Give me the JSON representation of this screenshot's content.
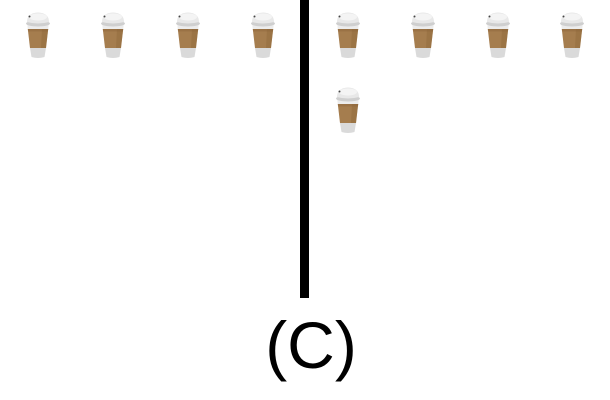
{
  "caption": "(C)",
  "icon": "coffee-cup-icon",
  "groups": [
    {
      "name": "left",
      "count": 4
    },
    {
      "name": "right",
      "count": 5
    }
  ],
  "colors": {
    "lid": "#e8e8e8",
    "sleeve": "#a57d4e",
    "divider": "#000000"
  }
}
